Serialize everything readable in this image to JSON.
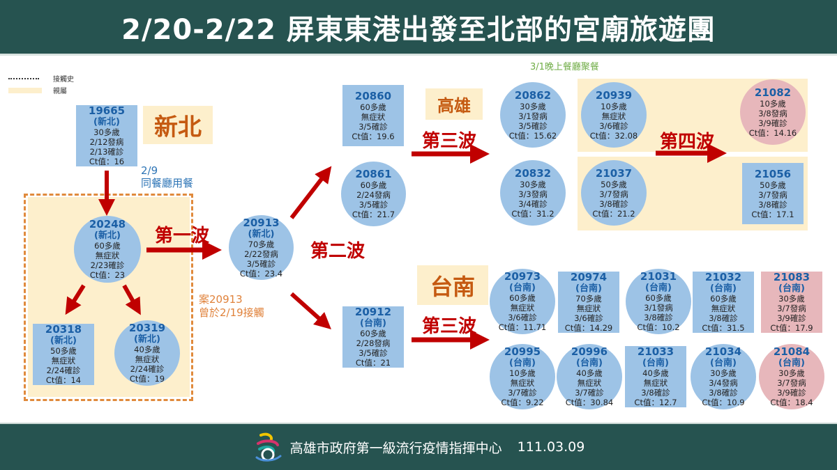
{
  "header": {
    "title": "2/20-2/22 屏東東港出發至北部的宮廟旅遊團"
  },
  "legend": {
    "contact_label": "接觸史",
    "family_label": "親屬"
  },
  "regions": {
    "new_taipei": "新北",
    "kaohsiung": "高雄",
    "tainan": "台南"
  },
  "waves": {
    "first": "第一波",
    "second": "第二波",
    "third_kh": "第三波",
    "third_tn": "第三波",
    "fourth": "第四波"
  },
  "notes": {
    "restaurant_date": "2/9",
    "restaurant_text": "同餐廳用餐",
    "contact_case": "案20913",
    "contact_text": "曾於2/19接觸",
    "dinner": "3/1晚上餐廳聚餐"
  },
  "cases": {
    "c19665": {
      "id": "19665",
      "city": "(新北)",
      "lines": [
        "30多歲",
        "2/12發病",
        "2/13確診",
        "Ct值：16"
      ]
    },
    "c20248": {
      "id": "20248",
      "city": "(新北)",
      "lines": [
        "60多歲",
        "無症狀",
        "2/23確診",
        "Ct值：23"
      ]
    },
    "c20318": {
      "id": "20318",
      "city": "(新北)",
      "lines": [
        "50多歲",
        "無症狀",
        "2/24確診",
        "Ct值：14"
      ]
    },
    "c20319": {
      "id": "20319",
      "city": "(新北)",
      "lines": [
        "40多歲",
        "無症狀",
        "2/24確診",
        "Ct值：19"
      ]
    },
    "c20913": {
      "id": "20913",
      "city": "(新北)",
      "lines": [
        "70多歲",
        "2/22發病",
        "3/5確診",
        "Ct值：23.4"
      ]
    },
    "c20860": {
      "id": "20860",
      "lines": [
        "60多歲",
        "無症狀",
        "3/5確診",
        "Ct值：19.6"
      ]
    },
    "c20861": {
      "id": "20861",
      "lines": [
        "60多歲",
        "2/24發病",
        "3/5確診",
        "Ct值：21.7"
      ]
    },
    "c20912": {
      "id": "20912",
      "city": "(台南)",
      "lines": [
        "60多歲",
        "2/28發病",
        "3/5確診",
        "Ct值：21"
      ]
    },
    "c20862": {
      "id": "20862",
      "lines": [
        "30多歲",
        "3/1發病",
        "3/5確診",
        "Ct值：15.62"
      ]
    },
    "c20939": {
      "id": "20939",
      "lines": [
        "10多歲",
        "無症狀",
        "3/6確診",
        "Ct值：32.08"
      ]
    },
    "c21082": {
      "id": "21082",
      "lines": [
        "10多歲",
        "3/8發病",
        "3/9確診",
        "Ct值：14.16"
      ]
    },
    "c20832": {
      "id": "20832",
      "lines": [
        "30多歲",
        "3/3發病",
        "3/4確診",
        "Ct值：31.2"
      ]
    },
    "c21037": {
      "id": "21037",
      "lines": [
        "50多歲",
        "3/7發病",
        "3/8確診",
        "Ct值：21.2"
      ]
    },
    "c21056": {
      "id": "21056",
      "lines": [
        "50多歲",
        "3/7發病",
        "3/8確診",
        "Ct值：17.1"
      ]
    },
    "c20973": {
      "id": "20973",
      "city": "(台南)",
      "lines": [
        "60多歲",
        "無症狀",
        "3/6確診",
        "Ct值：11.71"
      ]
    },
    "c20974": {
      "id": "20974",
      "city": "(台南)",
      "lines": [
        "70多歲",
        "無症狀",
        "3/6確診",
        "Ct值：14.29"
      ]
    },
    "c21031": {
      "id": "21031",
      "city": "(台南)",
      "lines": [
        "60多歲",
        "3/1發病",
        "3/8確診",
        "Ct值：10.2"
      ]
    },
    "c21032": {
      "id": "21032",
      "city": "(台南)",
      "lines": [
        "60多歲",
        "無症狀",
        "3/8確診",
        "Ct值：31.5"
      ]
    },
    "c21083": {
      "id": "21083",
      "city": "(台南)",
      "lines": [
        "30多歲",
        "3/7發病",
        "3/9確診",
        "Ct值：17.9"
      ]
    },
    "c20995": {
      "id": "20995",
      "city": "(台南)",
      "lines": [
        "10多歲",
        "無症狀",
        "3/7確診",
        "Ct值：9.22"
      ]
    },
    "c20996": {
      "id": "20996",
      "city": "(台南)",
      "lines": [
        "40多歲",
        "無症狀",
        "3/7確診",
        "Ct值：30.84"
      ]
    },
    "c21033": {
      "id": "21033",
      "city": "(台南)",
      "lines": [
        "40多歲",
        "無症狀",
        "3/8確診",
        "Ct值：12.7"
      ]
    },
    "c21034": {
      "id": "21034",
      "city": "(台南)",
      "lines": [
        "30多歲",
        "3/4發病",
        "3/8確診",
        "Ct值：10.9"
      ]
    },
    "c21084": {
      "id": "21084",
      "city": "(台南)",
      "lines": [
        "30多歲",
        "3/7發病",
        "3/9確診",
        "Ct值：18.4"
      ]
    }
  },
  "colors": {
    "header_bg": "#265350",
    "case_blue": "#9dc3e6",
    "case_pink": "#e7b7bb",
    "family_bg": "#fdefcc",
    "arrow_red": "#c00000",
    "id_blue": "#1b5fa5",
    "region_orange": "#c55a11"
  },
  "footer": {
    "org": "高雄市政府第一級流行疫情指揮中心",
    "date": "111.03.09"
  }
}
